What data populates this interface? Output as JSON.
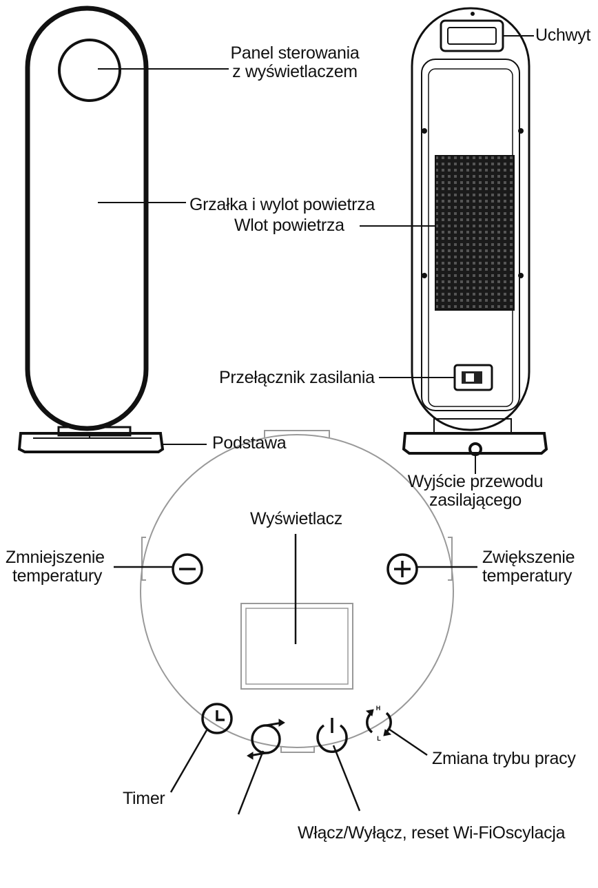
{
  "front_view": {
    "control_panel": {
      "line1": "Panel sterowania",
      "line2": "z wyświetlaczem"
    },
    "heater_outlet": "Grzałka i wylot powietrza",
    "base": "Podstawa"
  },
  "back_view": {
    "handle": "Uchwyt",
    "air_inlet": "Wlot powietrza",
    "power_switch": "Przełącznik zasilania",
    "cord_exit": {
      "line1": "Wyjście przewodu",
      "line2": "zasilającego"
    }
  },
  "control_panel_view": {
    "display": "Wyświetlacz",
    "temp_down": {
      "line1": "Zmniejszenie",
      "line2": "temperatury"
    },
    "temp_up": {
      "line1": "Zwiększenie",
      "line2": "temperatury"
    },
    "timer": "Timer",
    "mode_change": "Zmiana trybu pracy",
    "power_osc": "Włącz/Wyłącz, reset Wi-FiOscylacja",
    "mode_icon_letters": {
      "high": "H",
      "low": "L"
    }
  },
  "icons": [
    "minus-icon",
    "plus-icon",
    "timer-clock-icon",
    "oscillation-icon",
    "power-icon",
    "mode-icon"
  ]
}
